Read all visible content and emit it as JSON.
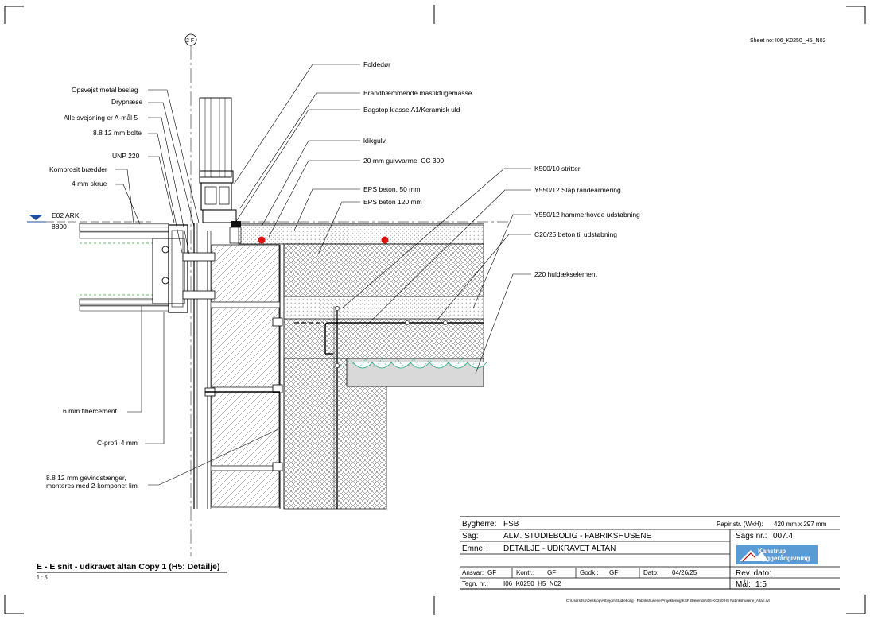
{
  "sheet_no": "Sheet no: I06_K0250_H5_N02",
  "grid_marker": "2 F",
  "level": {
    "name": "E02 ARK",
    "value": "8800"
  },
  "labels_left": [
    "Opsvejst metal beslag",
    "Drypnæse",
    "Alle svejsning er A-mål 5",
    "8.8 12 mm bolte",
    "UNP 220",
    "Komprosit brædder",
    "4 mm skrue",
    "6 mm fibercement",
    "C-profil 4 mm",
    "8.8 12 mm gevindstænger,",
    "monteres med 2-komponet lim"
  ],
  "labels_right": [
    "Foldedør",
    "Brandhæmmende mastikfugemasse",
    "Bagstop klasse A1/Keramisk uld",
    "klikgulv",
    "20 mm gulvvarme, CC 300",
    "EPS beton, 50 mm",
    "EPS beton 120 mm",
    "K500/10 stritter",
    "Y550/12 Slap randearmering",
    "Y550/12 hammerhovde udstøbning",
    "C20/25 beton til udstøbning",
    "220 huldækselement"
  ],
  "view_title": "E - E snit - udkravet altan Copy 1 (H5:  Detailje)",
  "view_scale": "1 : 5",
  "title_block": {
    "bygherre_label": "Bygherre:",
    "bygherre": "FSB",
    "papir_label": "Papir str. (WxH):",
    "papir": "420 mm x 297 mm",
    "sag_label": "Sag:",
    "sag": "ALM. STUDIEBOLIG - FABRIKSHUSENE",
    "sagsnr_label": "Sags nr.:",
    "sagsnr": "007.4",
    "emne_label": "Emne:",
    "emne": "DETAILJE - UDKRAVET ALTAN",
    "ansvar_label": "Ansvar:",
    "ansvar": "GF",
    "kontr_label": "Kontr.:",
    "kontr": "GF",
    "godk_label": "Godk.:",
    "godk": "GF",
    "dato_label": "Dato:",
    "dato": "04/26/25",
    "revdato_label": "Rev. dato:",
    "tegn_label": "Tegn. nr.:",
    "tegn": "I06_K0250_H5_N02",
    "maal_label": "Mål:",
    "maal": "1:5",
    "logo_line1": "Kanstrup",
    "logo_line2": "Byggerådgivning",
    "logo_color": "#5b9bd5"
  },
  "file_path": "C:\\Users\\fsb\\Desktop\\Arbejde\\Studiebolig - Fabrikshusene\\Projektering\\KSP Bærende\\I06-K0250-H5 Fabrikshusene_Altan.rvt"
}
